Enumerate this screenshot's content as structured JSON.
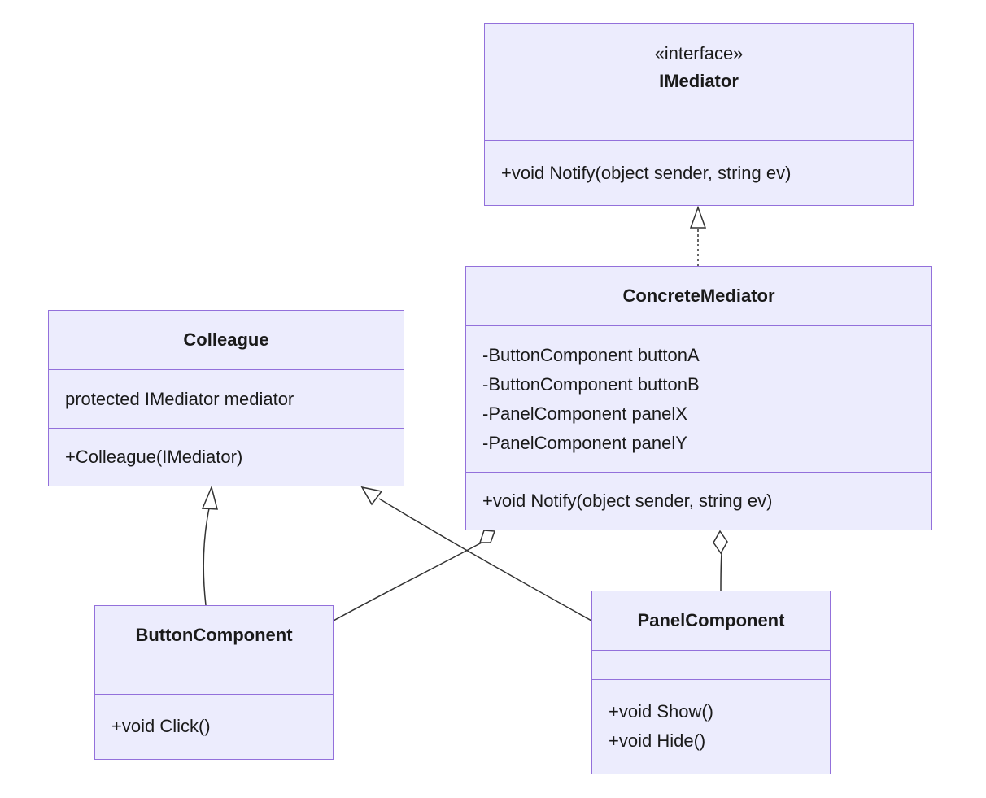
{
  "classes": {
    "imediator": {
      "stereotype": "«interface»",
      "name": "IMediator",
      "attributes": [],
      "methods": [
        "+void Notify(object sender, string ev)"
      ]
    },
    "concrete_mediator": {
      "name": "ConcreteMediator",
      "attributes": [
        "-ButtonComponent buttonA",
        "-ButtonComponent buttonB",
        "-PanelComponent panelX",
        "-PanelComponent panelY"
      ],
      "methods": [
        "+void Notify(object sender, string ev)"
      ]
    },
    "colleague": {
      "name": "Colleague",
      "attributes": [
        "protected IMediator mediator"
      ],
      "methods": [
        "+Colleague(IMediator)"
      ]
    },
    "button_component": {
      "name": "ButtonComponent",
      "attributes": [],
      "methods": [
        "+void Click()"
      ]
    },
    "panel_component": {
      "name": "PanelComponent",
      "attributes": [],
      "methods": [
        "+void Show()",
        "+void Hide()"
      ]
    }
  },
  "relationships": [
    {
      "from": "ConcreteMediator",
      "to": "IMediator",
      "type": "realization"
    },
    {
      "from": "ButtonComponent",
      "to": "Colleague",
      "type": "inheritance"
    },
    {
      "from": "PanelComponent",
      "to": "Colleague",
      "type": "inheritance"
    },
    {
      "from": "ConcreteMediator",
      "to": "ButtonComponent",
      "type": "aggregation"
    },
    {
      "from": "ConcreteMediator",
      "to": "PanelComponent",
      "type": "aggregation"
    }
  ],
  "colors": {
    "box_fill": "#ececfd",
    "box_border": "#9370db",
    "edge": "#333333"
  }
}
